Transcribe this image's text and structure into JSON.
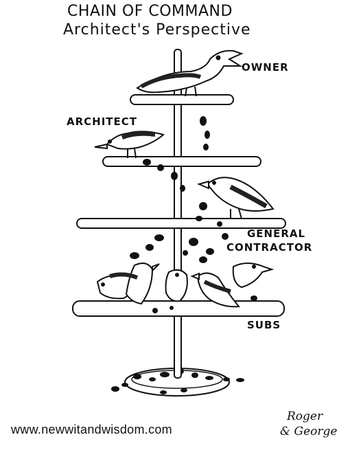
{
  "title": "CHAIN OF COMMAND",
  "subtitle": "Architect's Perspective",
  "labels": {
    "owner": "OWNER",
    "architect": "ARCHITECT",
    "general_1": "GENERAL",
    "general_2": "CONTRACTOR",
    "subs": "SUBS"
  },
  "website": "www.newwitandwisdom.com",
  "signature": [
    "Roger",
    "& George"
  ]
}
